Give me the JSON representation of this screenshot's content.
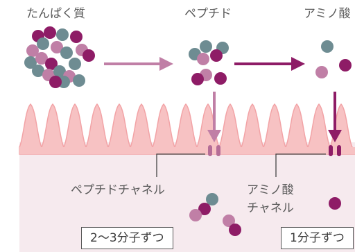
{
  "labels": {
    "protein": "たんぱく質",
    "peptide": "ペプチド",
    "amino_acid": "アミノ酸",
    "peptide_channel": "ペプチドチャネル",
    "amino_channel_line1": "アミノ酸",
    "amino_channel_line2": "チャネル"
  },
  "boxes": {
    "peptide_rate": "2〜3分子ずつ",
    "amino_rate": "1分子ずつ"
  },
  "colors": {
    "gray_ball": "#6e8c92",
    "magenta_ball": "#8e1c66",
    "pink_ball": "#c07fa6",
    "arrow_light": "#c07fa6",
    "arrow_dark": "#8e1c66",
    "villi_fill": "#f7c2c3",
    "villi_stroke": "#f2a3a6",
    "tissue_bg": "#f6eaee",
    "channel": "#b56d97",
    "channel_dark": "#8e1c66"
  },
  "icons": [
    "molecule-ball",
    "right-arrow",
    "down-arrow",
    "channel-icon"
  ]
}
